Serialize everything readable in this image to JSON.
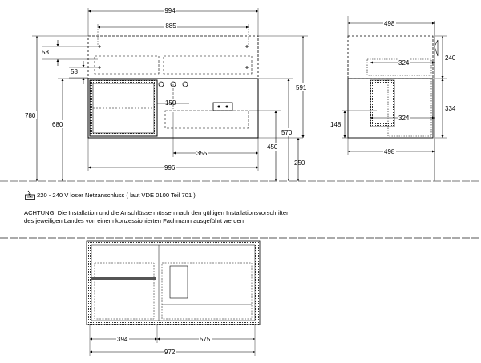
{
  "front_view": {
    "dims": {
      "overall_width_top": "994",
      "inner_width": "885",
      "offset_a": "58",
      "offset_b": "58",
      "height_total": "780",
      "height_680": "680",
      "height_591": "591",
      "height_570": "570",
      "height_450": "450",
      "height_250": "250",
      "drain_offset": "150",
      "drain_horizontal": "355",
      "overall_width_bottom": "996"
    }
  },
  "side_view": {
    "dims": {
      "depth_top": "498",
      "drawer_depth_upper": "324",
      "drawer_depth_lower": "324",
      "height_240": "240",
      "height_334": "334",
      "height_148": "148",
      "depth_bottom": "498"
    }
  },
  "notes": {
    "power": "220 - 240 V loser Netzanschluss ( laut VDE 0100 Teil 701 )",
    "warning_line1": "ACHTUNG: Die Installation und die Anschlüsse müssen nach den gültigen Installationsvorschriften",
    "warning_line2": "des jeweiligen Landes von einem konzessionierten Fachmann ausgeführt werden"
  },
  "plan_view": {
    "dims": {
      "left_width": "394",
      "right_width": "575",
      "overall_width": "972"
    }
  },
  "colors": {
    "line": "#000000",
    "hatch": "#444444",
    "wall": "#777777",
    "background": "#ffffff"
  }
}
